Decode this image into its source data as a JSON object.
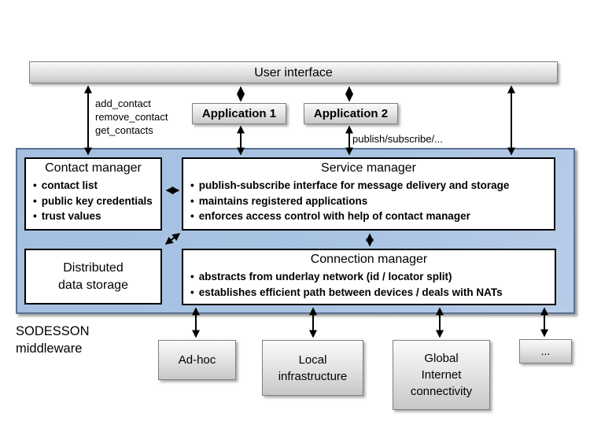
{
  "user_interface": {
    "label": "User interface"
  },
  "applications": [
    {
      "label": "Application 1"
    },
    {
      "label": "Application 2"
    }
  ],
  "annotations": {
    "api_calls": [
      "add_contact",
      "remove_contact",
      "get_contacts"
    ],
    "pubsub": "publish/subscribe/...",
    "middleware_name": {
      "lines": [
        "SODESSON",
        "middleware"
      ]
    }
  },
  "middleware": {
    "contact_manager": {
      "title": "Contact manager",
      "bullets": [
        "contact list",
        "public key credentials",
        "trust values"
      ]
    },
    "service_manager": {
      "title": "Service manager",
      "bullets": [
        "publish-subscribe interface for message delivery and storage",
        "maintains registered applications",
        "enforces access control with help of contact manager"
      ]
    },
    "distributed_storage": {
      "lines": [
        "Distributed",
        "data storage"
      ]
    },
    "connection_manager": {
      "title": "Connection manager",
      "bullets": [
        "abstracts from underlay network (id / locator split)",
        "establishes efficient path between devices / deals with NATs"
      ]
    }
  },
  "networks": [
    {
      "lines": [
        "Ad-hoc"
      ]
    },
    {
      "lines": [
        "Local",
        "infrastructure"
      ]
    },
    {
      "lines": [
        "Global",
        "Internet",
        "connectivity"
      ]
    },
    {
      "lines": [
        "..."
      ]
    }
  ],
  "colors": {
    "container_fill": "#a9c3e3",
    "container_border": "#5a7191",
    "module_border": "#000000",
    "gray_box_border": "#7f7f7f",
    "arrow": "#000000"
  }
}
